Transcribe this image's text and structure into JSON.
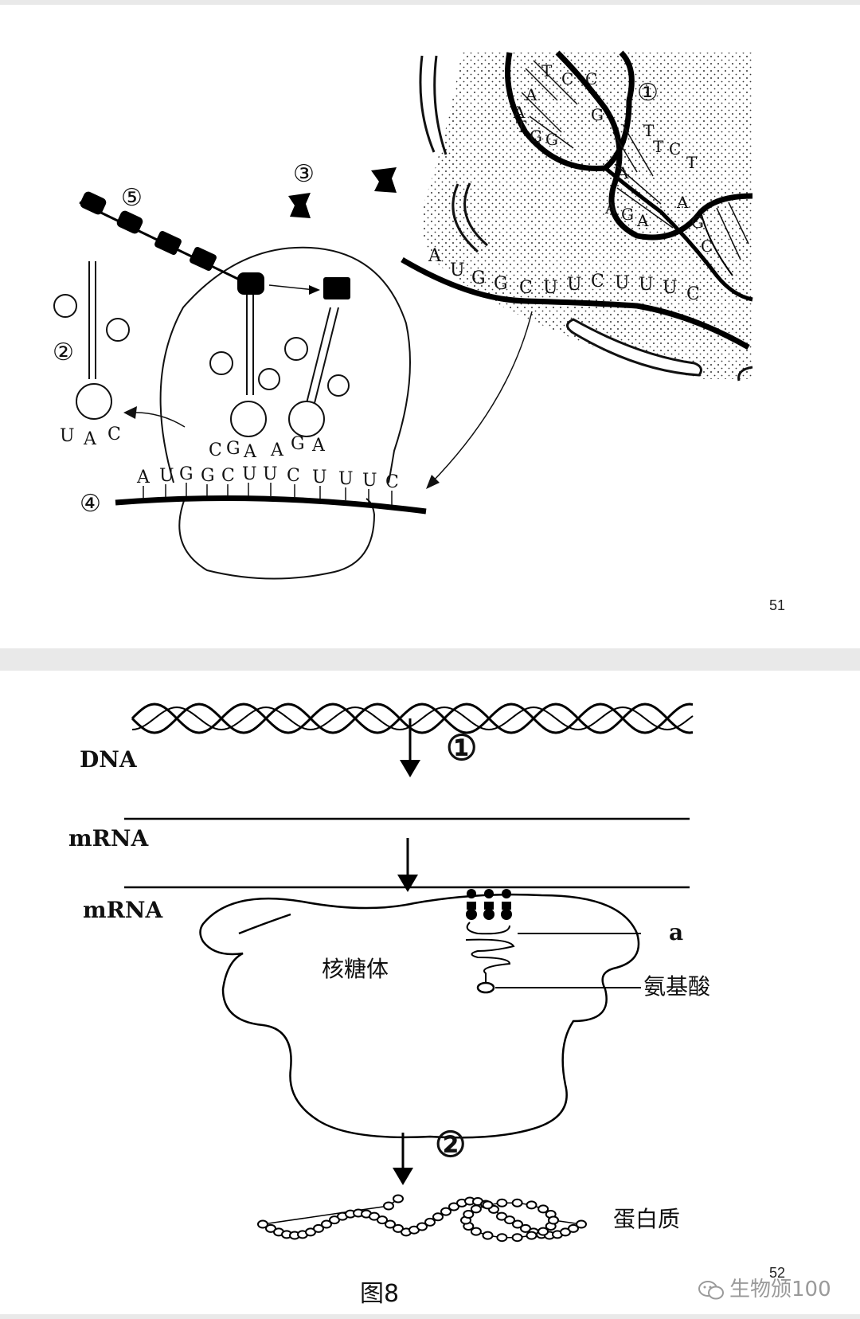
{
  "slide1": {
    "page_number": "51",
    "labels": {
      "circle1": "①",
      "circle2": "②",
      "circle3": "③",
      "circle4": "④",
      "circle5": "⑤"
    },
    "dna_letters": [
      "T",
      "A",
      "C",
      "C",
      "A",
      "T",
      "G",
      "G",
      "G",
      "T",
      "T",
      "C",
      "T",
      "A",
      "A",
      "G",
      "A",
      "A",
      "G",
      "C"
    ],
    "mrna_top": [
      "A",
      "U",
      "G",
      "G",
      "C",
      "U",
      "U",
      "C",
      "U",
      "U",
      "U",
      "C"
    ],
    "mrna_bottom": [
      "A",
      "U",
      "G",
      "G",
      "C",
      "U",
      "U",
      "C",
      "U",
      "U",
      "U",
      "C"
    ],
    "anticodon_left": [
      "U",
      "A",
      "C"
    ],
    "anticodon_mid": [
      "C",
      "G",
      "A"
    ],
    "anticodon_right": [
      "A",
      "G",
      "A"
    ]
  },
  "slide2": {
    "page_number": "52",
    "dna_label": "DNA",
    "mrna_label1": "mRNA",
    "mrna_label2": "mRNA",
    "step1": "①",
    "step2": "②",
    "ribosome_label": "核糖体",
    "a_label": "a",
    "amino_label": "氨基酸",
    "protein_label": "蛋白质",
    "figure_caption": "图8"
  },
  "watermark": {
    "text": "生物颁100"
  }
}
